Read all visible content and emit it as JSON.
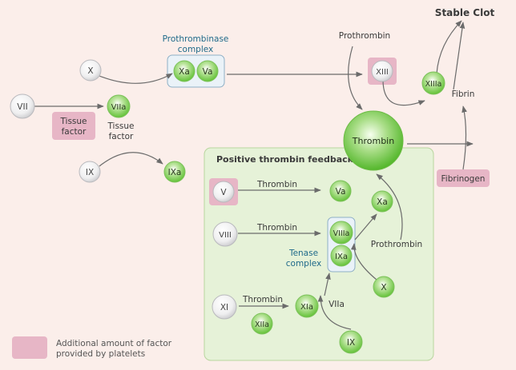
{
  "diagram": {
    "stable_clot": "Stable Clot",
    "prothrombinase": {
      "line1": "Prothrombinase",
      "line2": "complex"
    },
    "tenase": {
      "line1": "Tenase",
      "line2": "complex"
    },
    "feedback_title": "Positive thrombin feedback",
    "tissue_factor_box": {
      "line1": "Tissue",
      "line2": "factor"
    },
    "tissue_factor_label": {
      "line1": "Tissue",
      "line2": "factor"
    },
    "fibrinogen": "Fibrinogen",
    "fibrin": "Fibrin",
    "prothrombin_top": "Prothrombin",
    "prothrombin_right": "Prothrombin",
    "thrombin_edge_v": "Thrombin",
    "thrombin_edge_viii": "Thrombin",
    "thrombin_edge_xi": "Thrombin",
    "viia_edge": "VIIa",
    "factors": {
      "X": "X",
      "VII": "VII",
      "VIIa": "VIIa",
      "Xa_pro": "Xa",
      "Va_pro": "Va",
      "IX": "IX",
      "IXa": "IXa",
      "XIII": "XIII",
      "XIIIa": "XIIIa",
      "Thrombin": "Thrombin",
      "V": "V",
      "Va": "Va",
      "VIII": "VIII",
      "VIIIa": "VIIIa",
      "IXa_ten": "IXa",
      "Xa_fb": "Xa",
      "X_fb": "X",
      "XI": "XI",
      "XIa": "XIa",
      "XIIa": "XIIa",
      "IX_fb": "IX"
    },
    "legend": {
      "line1": "Additional amount of factor",
      "line2": "provided by platelets"
    },
    "colors": {
      "background": "#fbeeea",
      "feedback_panel": "#e6f2d8",
      "platelet": "#e7b6c6",
      "arrow": "#6b6b6b",
      "complex_label": "#1f6a8a"
    }
  }
}
